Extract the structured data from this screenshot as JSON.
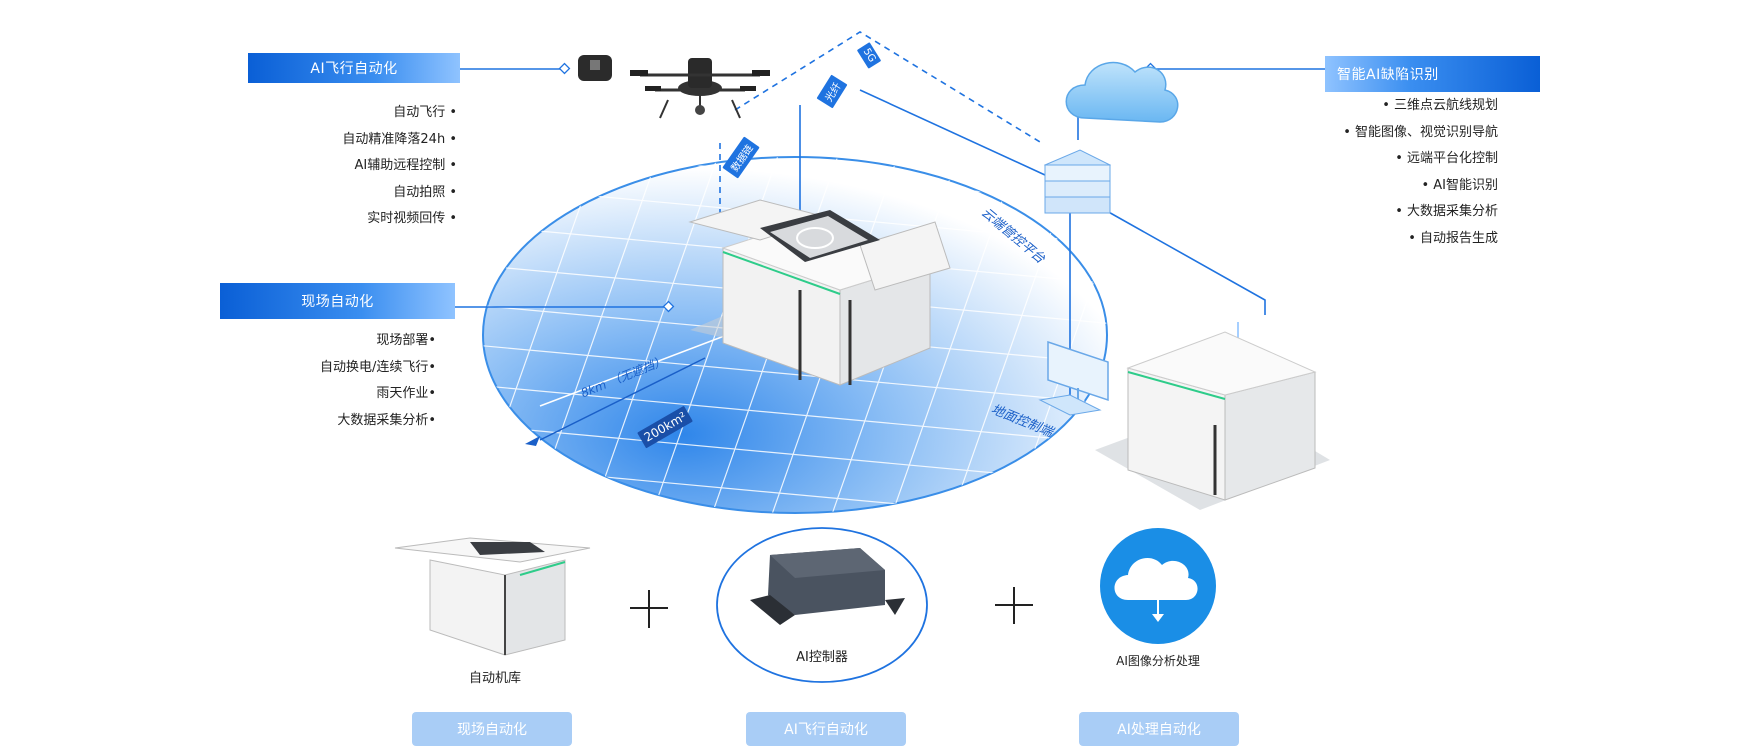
{
  "left_panel": {
    "ai_flight": {
      "title": "AI飞行自动化",
      "items": [
        "自动飞行 •",
        "自动精准降落24h •",
        "AI辅助远程控制 •",
        "自动拍照 •",
        "实时视频回传 •"
      ]
    },
    "field": {
      "title": "现场自动化",
      "items": [
        "现场部署•",
        "自动换电/连续飞行•",
        "雨天作业•",
        "大数据采集分析•"
      ]
    }
  },
  "right_panel": {
    "title": "智能AI缺陷识别",
    "items": [
      "• 三维点云航线规划",
      "• 智能图像、视觉识别导航",
      "• 远端平台化控制",
      "• AI智能识别",
      "• 大数据采集分析",
      "• 自动报告生成"
    ]
  },
  "diagram_labels": {
    "tag_5g": "5G",
    "tag_fiber": "光纤",
    "tag_datalink": "数据链",
    "cloud_platform": "云端管控平台",
    "ground_terminal": "地面控制端",
    "range": "8km （无遮挡）",
    "area": "200km²"
  },
  "bottom": {
    "items": [
      {
        "caption": "自动机库",
        "pill": "现场自动化"
      },
      {
        "caption": "AI控制器",
        "pill": "AI飞行自动化"
      },
      {
        "caption": "AI图像分析处理",
        "pill": "AI处理自动化"
      }
    ],
    "plus": "+"
  },
  "colors": {
    "primary": "#0a5fd6",
    "accent": "#1f73e0",
    "pill": "#a9cdf6",
    "disc": "#3f90ea"
  }
}
